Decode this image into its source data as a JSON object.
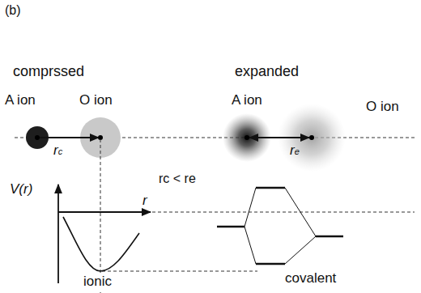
{
  "diagram": {
    "labels": [
      "(b)",
      "comprssed",
      "expanded",
      "A ion",
      "O ion",
      "A ion",
      "O ion",
      "rc",
      "re",
      "V(r)",
      "r",
      "rc < re",
      "covalent",
      "ionic"
    ]
  }
}
